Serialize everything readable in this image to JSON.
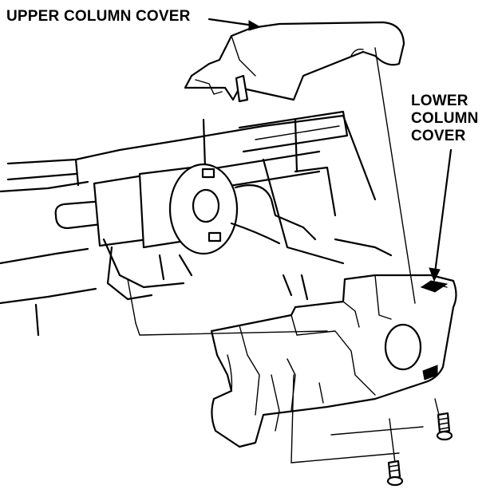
{
  "labels": {
    "upper_column_cover": "UPPER COLUMN COVER",
    "lower_column_cover": [
      "LOWER",
      "COLUMN",
      "COVER"
    ]
  }
}
